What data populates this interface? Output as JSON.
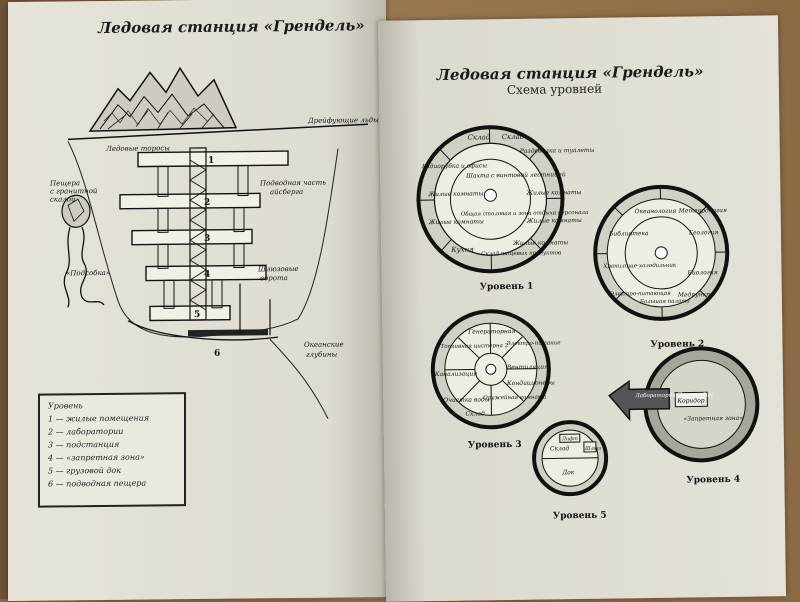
{
  "left_page": {
    "title": "Ледовая станция «Грендель»",
    "labels": {
      "drift_ice": "Дрейфующие льды",
      "ice_hummocks": "Ледовые торосы",
      "cave_label_1": "Пещера",
      "cave_label_2": "с гранитной",
      "cave_label_3": "скалой",
      "underwater_1": "Подводная часть",
      "underwater_2": "айсберга",
      "pods": "«Подсобка»",
      "lock_1": "Шлюзовые",
      "lock_2": "ворота",
      "ocean_1": "Океанские",
      "ocean_2": "глубины"
    },
    "levels": [
      "1",
      "2",
      "3",
      "4",
      "5",
      "6"
    ],
    "legend": {
      "title": "Уровень",
      "items": [
        "1 — жилые помещения",
        "2 — лаборатории",
        "3 — подстанция",
        "4 — «запретная зона»",
        "5 — грузовой док",
        "6 — подводная пещера"
      ]
    }
  },
  "right_page": {
    "title": "Ледовая станция «Грендель»",
    "subtitle": "Схема уровней",
    "level1": {
      "caption": "Уровень 1",
      "sectors": [
        "Склад",
        "Склад",
        "Раздевалка и туалеты",
        "Радиорубка и офисы",
        "Шахта с винтовой лестницей",
        "Жилые комнаты",
        "Жилые комнаты",
        "Жилые комнаты",
        "Жилые комнаты",
        "Общая столовая и зона отдыха персонала",
        "Кухня",
        "Склад пищевых продуктов",
        "Жилые комнаты"
      ]
    },
    "level2": {
      "caption": "Уровень 2",
      "sectors": [
        "Океанология",
        "Метеорология",
        "Библиотека",
        "Геология",
        "Хранилище-холодильник",
        "Биология",
        "Электро-питающая",
        "Большая палата",
        "Медпункт"
      ]
    },
    "level3": {
      "caption": "Уровень 3",
      "sectors": [
        "Генераторная",
        "Топливная цистерна 2",
        "Электро-питание",
        "Канализация",
        "Вентиляция",
        "Кондиционеры",
        "Очистка воды",
        "Оружейная комната",
        "Склад"
      ]
    },
    "level4": {
      "caption": "Уровень 4",
      "sectors": [
        "Лаборатории Платтсбич",
        "Коридор",
        "«Запретная зона»"
      ]
    },
    "level5": {
      "caption": "Уровень 5",
      "sectors": [
        "Лифт",
        "Склад",
        "Шлюз",
        "Док"
      ]
    }
  }
}
